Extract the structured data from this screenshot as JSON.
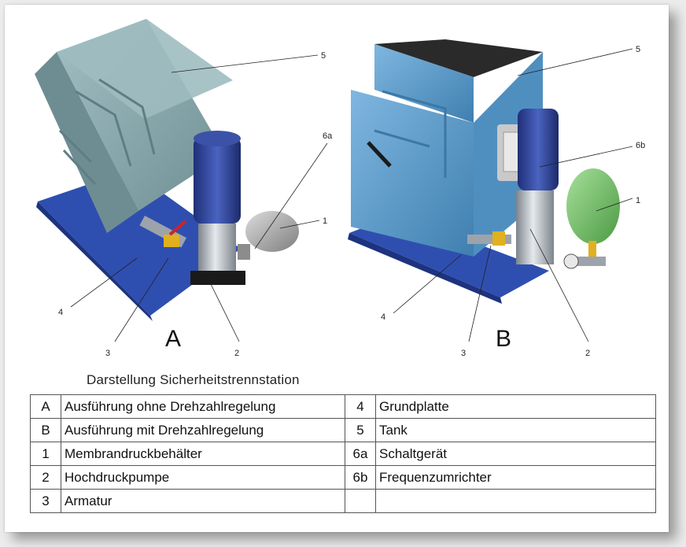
{
  "figure": {
    "caption": "Darstellung Sicherheitstrennstation",
    "variants": [
      {
        "letter": "A",
        "callouts": [
          "5",
          "6a",
          "1",
          "4",
          "3",
          "2"
        ]
      },
      {
        "letter": "B",
        "callouts": [
          "5",
          "6b",
          "1",
          "4",
          "3",
          "2"
        ]
      }
    ]
  },
  "legend": {
    "rows": [
      {
        "key": "A",
        "text": "Ausführung ohne Drehzahlregelung",
        "key2": "4",
        "text2": "Grundplatte"
      },
      {
        "key": "B",
        "text": "Ausführung mit Drehzahlregelung",
        "key2": "5",
        "text2": "Tank"
      },
      {
        "key": "1",
        "text": "Membrandruckbehälter",
        "key2": "6a",
        "text2": "Schaltgerät"
      },
      {
        "key": "2",
        "text": "Hochdruckpumpe",
        "key2": "6b",
        "text2": "Frequenzumrichter"
      },
      {
        "key": "3",
        "text": "Armatur",
        "key2": "",
        "text2": ""
      }
    ]
  },
  "colors": {
    "tank_a": "#7fa3a8",
    "tank_b": "#5b9bc8",
    "base_plate": "#2f4fb0",
    "motor": "#2a3f8f",
    "pump_steel": "#b9bfc6",
    "vessel_grey": "#a9a9a9",
    "vessel_green": "#74c26a",
    "valve_yellow": "#e0b020",
    "handle_red": "#c8262a"
  }
}
